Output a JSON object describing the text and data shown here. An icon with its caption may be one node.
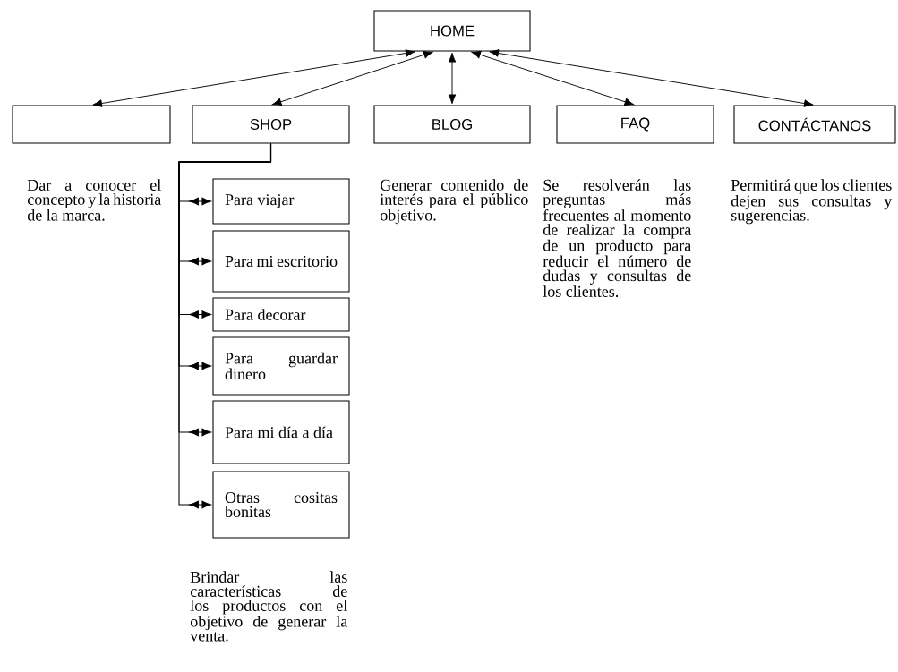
{
  "diagram": {
    "nodes": [
      {
        "text": [
          "HOME"
        ]
      },
      {
        "text": [],
        "shape": "box",
        "beside": [
          "Dar a conocer el concepto y la historia de la marca."
        ]
      },
      {
        "text": [
          "SHOP"
        ]
      },
      {
        "text": [
          "BLOG"
        ],
        "beside": [
          "Generar contenido de interés para el público objetivo."
        ]
      },
      {
        "text": [
          "FAQ"
        ],
        "beside": [
          "Se resolverán las preguntas más frecuentes al momento de realizar la compra de un producto para reducir el número de dudas y consultas de los clientes."
        ]
      },
      {
        "text": [
          "CONTÁCTANOS"
        ],
        "beside": [
          "Permitirá que los clientes dejen sus consultas y sugerencias."
        ]
      },
      {
        "text": [
          "Para viajar"
        ]
      },
      {
        "text": [
          "Para mi escritorio"
        ]
      },
      {
        "text": [
          "Para decorar"
        ]
      },
      {
        "text": [
          "Para guardar dinero"
        ]
      },
      {
        "text": [
          "Para mi día a día"
        ]
      },
      {
        "text": [
          "Otras cositas bonitas"
        ]
      }
    ],
    "edges": [
      {
        "from": 0,
        "to": 1,
        "arrow": "both"
      },
      {
        "from": 0,
        "to": 2,
        "arrow": "both"
      },
      {
        "from": 0,
        "to": 3,
        "arrow": "both"
      },
      {
        "from": 0,
        "to": 4,
        "arrow": "both"
      },
      {
        "from": 0,
        "to": 5,
        "arrow": "both"
      },
      {
        "from": 2,
        "to": 6,
        "arrow": "to"
      },
      {
        "from": 2,
        "to": 7,
        "arrow": "to"
      },
      {
        "from": 2,
        "to": 8,
        "arrow": "to"
      },
      {
        "from": 2,
        "to": 9,
        "arrow": "to"
      },
      {
        "from": 2,
        "to": 10,
        "arrow": "to"
      },
      {
        "from": 2,
        "to": 11,
        "arrow": "to"
      }
    ],
    "labels": [
      "Brindar las características de los productos con el objetivo de generar la venta."
    ]
  }
}
